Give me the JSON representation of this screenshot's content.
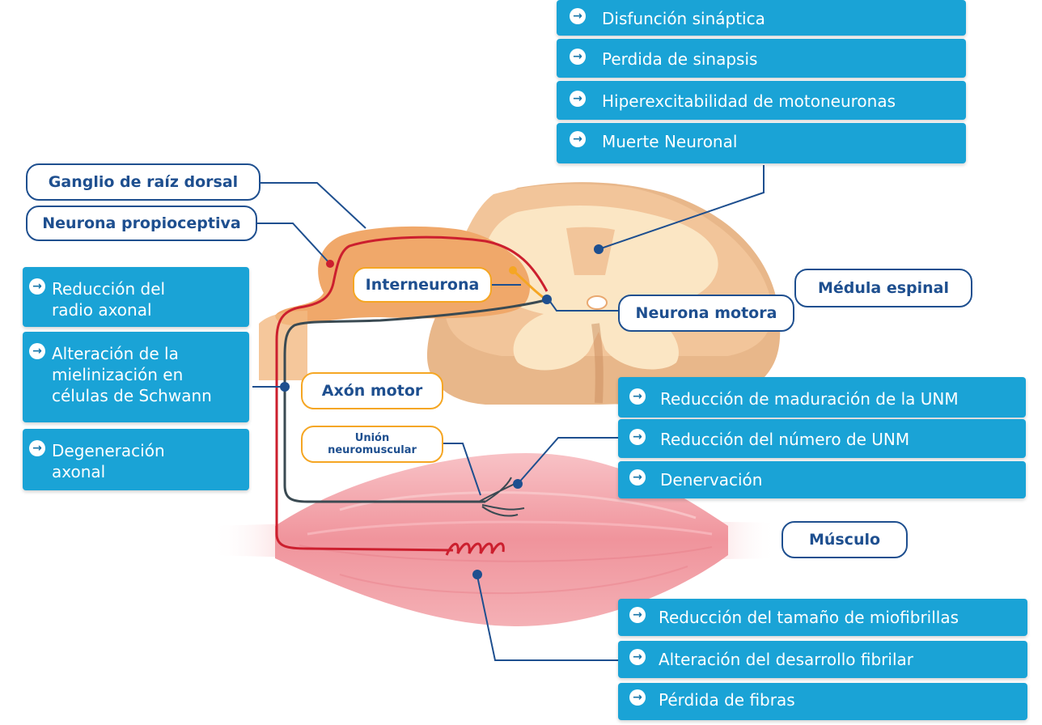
{
  "colors": {
    "box_blue": "#1aa3d6",
    "label_border_navy": "#1e4f8f",
    "label_border_orange": "#f5a623",
    "spine_outer": "#f2c59a",
    "spine_inner": "#fbe6c4",
    "ganglion": "#f0a86a",
    "muscle": "#f0949c",
    "sensory_nerve_red": "#cc1f2e",
    "motor_nerve_gray": "#3a4a52"
  },
  "icons": {
    "bullet": "arrow-right-icon",
    "arrow_glyph": "→"
  },
  "boxes": {
    "synapse_group": [
      "Disfunción sináptica",
      "Perdida de sinapsis",
      "Hiperexcitabilidad de motoneuronas",
      "Muerte Neuronal"
    ],
    "axon_group": [
      "Reducción del\nradio axonal",
      "Alteración de la\nmielinización en\ncélulas de Schwann",
      "Degeneración\naxonal"
    ],
    "nmj_group": [
      "Reducción de maduración de la UNM",
      "Reducción del número de UNM",
      "Denervación"
    ],
    "muscle_group": [
      "Reducción del tamaño de miofibrillas",
      "Alteración del desarrollo fibrilar",
      "Pérdida de fibras"
    ]
  },
  "labels": {
    "ganglion": "Ganglio de raíz dorsal",
    "proprioceptive": "Neurona propioceptiva",
    "interneuron": "Interneurona",
    "spinal_cord": "Médula espinal",
    "motor_neuron": "Neurona motora",
    "motor_axon": "Axón motor",
    "nmj_line1": "Unión",
    "nmj_line2": "neuromuscular",
    "muscle": "Músculo"
  }
}
